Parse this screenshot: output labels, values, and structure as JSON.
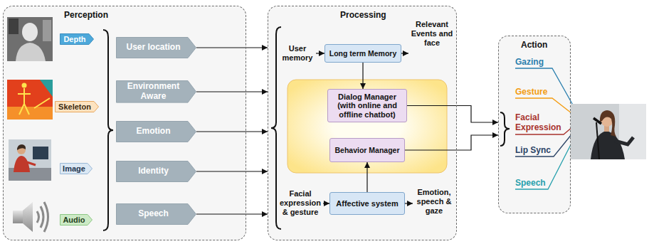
{
  "diagram": {
    "nodes": [
      {
        "text": [
          "Perception"
        ]
      },
      {
        "text": [
          "Depth"
        ],
        "in": 0
      },
      {
        "text": [
          "Skeleton"
        ],
        "in": 0
      },
      {
        "text": [
          "Image"
        ],
        "in": 0
      },
      {
        "text": [
          "Audio"
        ],
        "in": 0
      },
      {
        "text": [
          "User location"
        ],
        "in": 0
      },
      {
        "text": [
          "Environment Aware"
        ],
        "in": 0
      },
      {
        "text": [
          "Emotion"
        ],
        "in": 0
      },
      {
        "text": [
          "Identity"
        ],
        "in": 0
      },
      {
        "text": [
          "Speech"
        ],
        "in": 0
      },
      {
        "text": [
          "Processing"
        ]
      },
      {
        "text": [
          "Long term Memory"
        ],
        "in": 10
      },
      {
        "text": [
          "Dialog Manager (with online and offline chatbot)"
        ],
        "in": 10
      },
      {
        "text": [
          "Behavior Manager"
        ],
        "in": 10
      },
      {
        "text": [
          "Affective system"
        ],
        "in": 10
      },
      {
        "text": [
          "Action"
        ]
      }
    ],
    "edges": [
      {
        "from": 5,
        "to": 10,
        "arrow": "to"
      },
      {
        "from": 6,
        "to": 10,
        "arrow": "to"
      },
      {
        "from": 7,
        "to": 10,
        "arrow": "to"
      },
      {
        "from": 8,
        "to": 10,
        "arrow": "to"
      },
      {
        "from": 9,
        "to": 10,
        "arrow": "to"
      },
      {
        "from": 11,
        "to": 12,
        "arrow": "to"
      },
      {
        "from": 14,
        "to": 13,
        "arrow": "to"
      },
      {
        "from": 12,
        "to": 15,
        "arrow": "to"
      },
      {
        "from": 13,
        "to": 15,
        "arrow": "to"
      }
    ],
    "labels": [
      "User memory",
      "Relevant Events and face",
      "Facial expression & gesture",
      "Emotion, speech & gaze",
      "Gazing",
      "Gesture",
      "Facial Expression",
      "Lip Sync",
      "Speech"
    ]
  }
}
